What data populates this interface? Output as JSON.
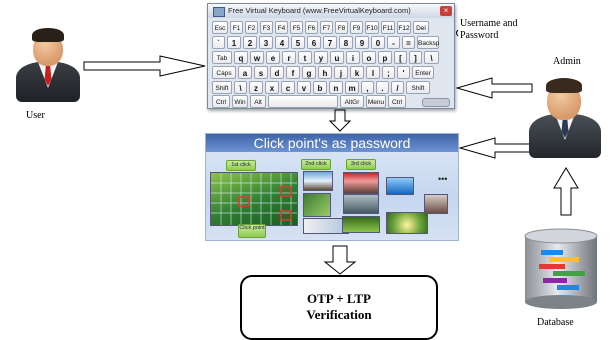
{
  "labels": {
    "user": "User",
    "admin": "Admin",
    "database": "Database",
    "username_password": "Username and Password",
    "otp_line1": "OTP + LTP",
    "otp_line2": "Verification"
  },
  "keyboard": {
    "title": "Free Virtual Keyboard (www.FreeVirtualKeyboard.com)",
    "rows": [
      [
        "Esc",
        "F1",
        "F2",
        "F3",
        "F4",
        "F5",
        "F6",
        "F7",
        "F8",
        "F9",
        "F10",
        "F11",
        "F12",
        "Del"
      ],
      [
        "`",
        "1",
        "2",
        "3",
        "4",
        "5",
        "6",
        "7",
        "8",
        "9",
        "0",
        "-",
        "=",
        "Backsp"
      ],
      [
        "Tab",
        "q",
        "w",
        "e",
        "r",
        "t",
        "y",
        "u",
        "i",
        "o",
        "p",
        "[",
        "]",
        "\\"
      ],
      [
        "Caps",
        "a",
        "s",
        "d",
        "f",
        "g",
        "h",
        "j",
        "k",
        "l",
        ";",
        "'",
        "Enter"
      ],
      [
        "Shift",
        "\\",
        "z",
        "x",
        "c",
        "v",
        "b",
        "n",
        "m",
        ",",
        ".",
        "/",
        "Shift"
      ],
      [
        "Ctrl",
        "Win",
        "Alt",
        "",
        "AltGr",
        "Menu",
        "Ctrl"
      ]
    ]
  },
  "panel": {
    "title": "Click point's as password",
    "click1": "1st click",
    "click2": "2nd click",
    "click3": "3rd click",
    "click_point": "Click point",
    "dots": "•••"
  },
  "colors": {
    "arrow_fill": "#ffffff",
    "arrow_stroke": "#000000",
    "panel_header": "#3e64a8"
  }
}
